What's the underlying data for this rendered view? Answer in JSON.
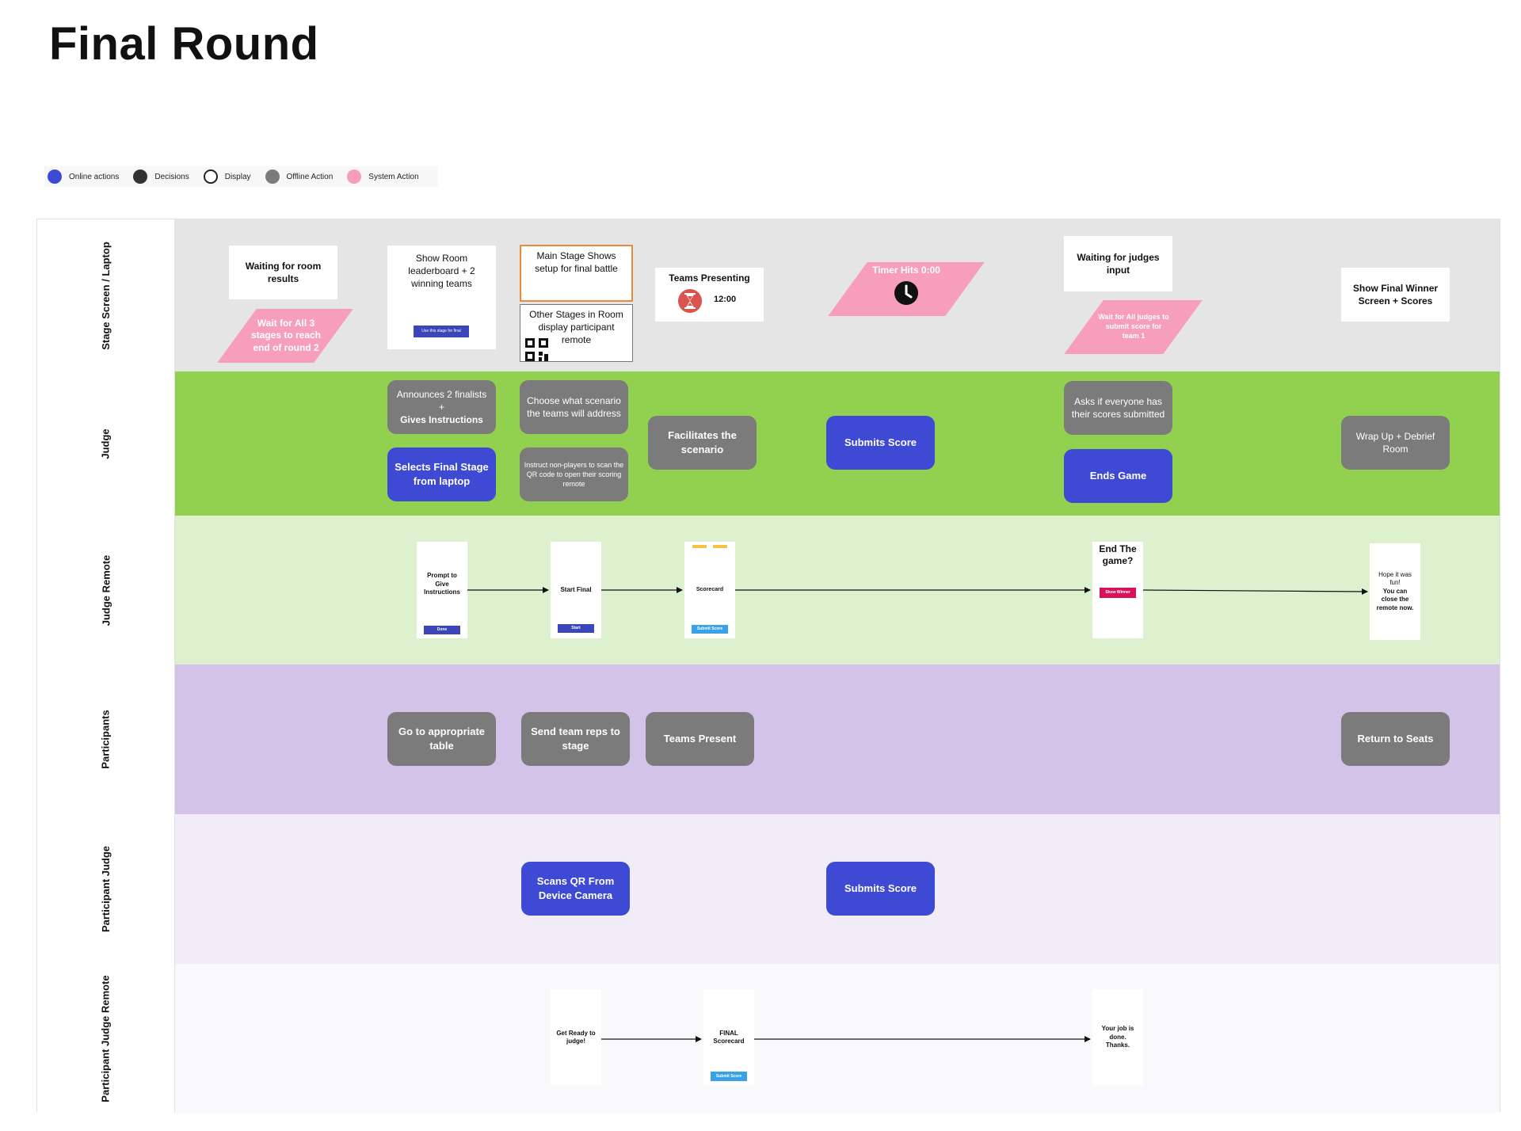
{
  "title": "Final Round",
  "legend": [
    {
      "label": "Online actions",
      "color": "#3f4ad4"
    },
    {
      "label": "Decisions",
      "color": "#333333"
    },
    {
      "label": "Display",
      "color": "#ffffff"
    },
    {
      "label": "Offline Action",
      "color": "#7b7b7b"
    },
    {
      "label": "System Action",
      "color": "#f79ebd"
    }
  ],
  "lanes": {
    "stage": "Stage Screen / Laptop",
    "judge": "Judge",
    "judge_remote": "Judge Remote",
    "participants": "Participants",
    "participant_judge": "Participant Judge",
    "participant_judge_remote": "Participant Judge Remote"
  },
  "stage": {
    "waiting_room_results": "Waiting for room results",
    "wait_all_stages": "Wait for All 3 stages to reach end of round 2",
    "show_room_leaderboard": "Show Room leaderboard + 2 winning teams",
    "use_stage_button": "Use this stage for final",
    "main_stage_setup": "Main Stage Shows setup for final battle",
    "other_stages": "Other Stages in Room display participant remote",
    "teams_presenting": "Teams Presenting",
    "timer_value": "12:00",
    "timer_hits": "Timer Hits 0:00",
    "waiting_judges": "Waiting for judges input",
    "wait_all_judges": "Wait for All judges to submit score for team 1",
    "show_final_winner": "Show Final Winner Screen + Scores"
  },
  "judge": {
    "announces_line1": "Announces 2 finalists",
    "announces_plus": "+",
    "announces_line2": "Gives Instructions",
    "selects_final_stage": "Selects Final Stage from laptop",
    "choose_scenario": "Choose what scenario the teams will address",
    "instruct_non_players": "Instruct non-players to scan the QR code to open their scoring remote",
    "facilitates": "Facilitates the scenario",
    "submits_score": "Submits Score",
    "asks_everyone": "Asks if everyone has their scores submitted",
    "ends_game": "Ends Game",
    "wrap_up": "Wrap Up + Debrief Room"
  },
  "judge_remote": {
    "prompt": "Prompt to Give Instructions",
    "done": "Done",
    "start_final": "Start Final",
    "start": "Start",
    "scorecard": "Scorecard",
    "submit_score": "Submit Score",
    "end_game": "End The game?",
    "show_winner": "Show Winner",
    "hope_line1": "Hope it was fun!",
    "hope_line2": "You can close the remote now."
  },
  "participants": {
    "go_to_table": "Go to appropriate table",
    "send_reps": "Send team reps to stage",
    "teams_present": "Teams Present",
    "return_seats": "Return to Seats"
  },
  "participant_judge": {
    "scans_qr": "Scans QR From Device Camera",
    "submits_score": "Submits Score"
  },
  "participant_judge_remote": {
    "get_ready": "Get Ready to judge!",
    "final_scorecard": "FINAL Scorecard",
    "submit_score": "Submit Score",
    "job_done": "Your job is done. Thanks."
  },
  "colors": {
    "online": "#3f4ad4",
    "offline": "#7b7b7b",
    "system": "#f79ebd",
    "lane_stage": "#e5e5e5",
    "lane_judge": "#92d050",
    "lane_judge_remote": "#def1ce",
    "lane_participants": "#d4c3e8",
    "lane_participant_judge": "#f1ecf7",
    "lane_participant_judge_remote": "#f9f9fc"
  }
}
